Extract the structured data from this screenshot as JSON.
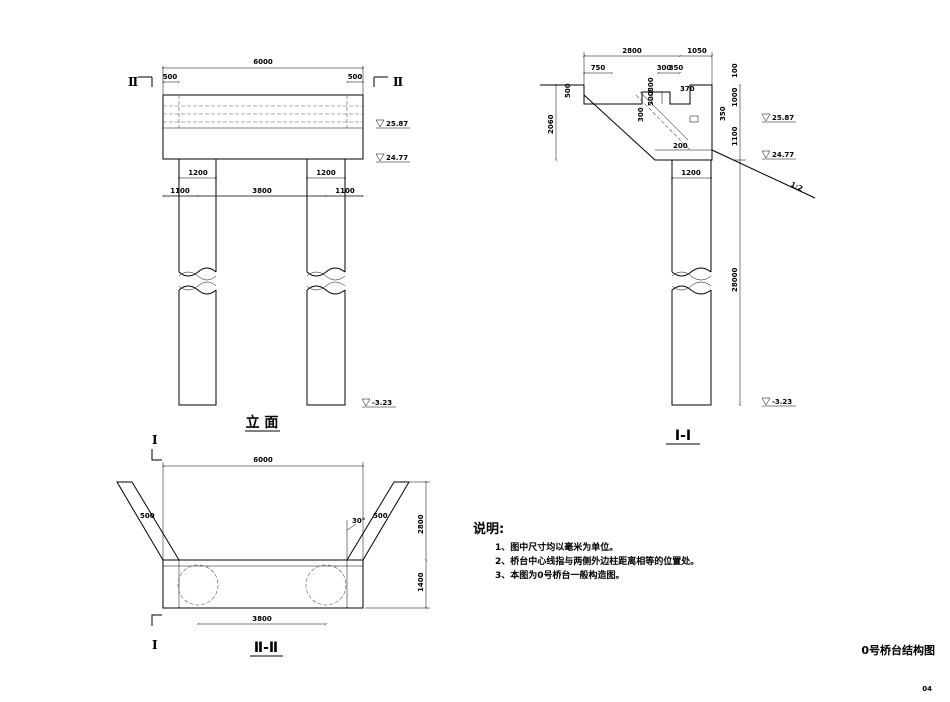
{
  "elevation": {
    "title": "立 面",
    "section_marks": [
      "Ⅱ",
      "Ⅱ"
    ],
    "dims": {
      "total": "6000",
      "left_end": "500",
      "right_end": "500",
      "pile_left": "1200",
      "pile_right": "1200",
      "edge_left": "1100",
      "pile_spacing": "3800",
      "edge_right": "1100"
    },
    "levels": [
      "25.87",
      "24.77",
      "-3.23"
    ]
  },
  "section_1": {
    "title": "Ⅰ-Ⅰ",
    "dims": {
      "top_total": "2800",
      "top_right": "1050",
      "seg_750": "750",
      "seg_300": "300",
      "seg_350": "350",
      "h_100": "100",
      "h_500": "500",
      "stack_300": "300",
      "stack_500": "500",
      "stack_800": "800",
      "w_370": "370",
      "h_1000": "1000",
      "h_350": "350",
      "h_2060": "2060",
      "w_200": "200",
      "h_1100": "1100",
      "pile_dia": "1200",
      "pile_len": "28000",
      "slope": "1:2"
    },
    "levels": [
      "25.87",
      "24.77",
      "-3.23"
    ]
  },
  "section_2": {
    "title": "Ⅱ-Ⅱ",
    "section_marks": [
      "Ⅰ",
      "Ⅰ"
    ],
    "dims": {
      "total": "6000",
      "wing_left": "500",
      "wing_right": "500",
      "angle": "30°",
      "height_2800": "2800",
      "height_1400": "1400",
      "pile_spacing": "3800"
    }
  },
  "notes": {
    "heading": "说明:",
    "items": [
      "1、图中尺寸均以毫米为单位。",
      "2、桥台中心线指与两侧外边柱距离相等的位置处。",
      "3、本图为0号桥台一般构造图。"
    ]
  },
  "drawing_title": "0号桥台结构图",
  "page_number": "04"
}
